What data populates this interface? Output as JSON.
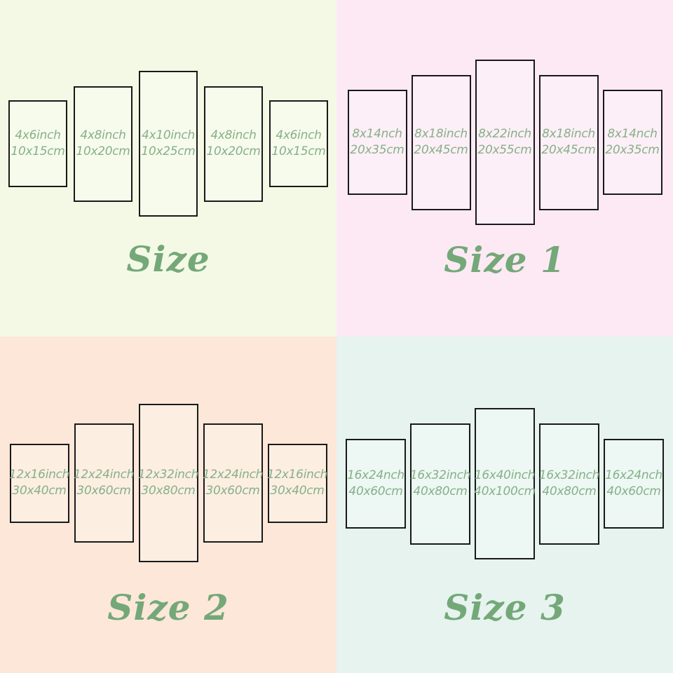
{
  "page": {
    "title": "5-piece canvas size chart"
  },
  "colors": {
    "panel_border": "#191919",
    "panel_text_green": "#86b089",
    "label_green": "#74a878"
  },
  "quadrants": [
    {
      "label": "Size",
      "bg": "#f4f9e5",
      "panel_fill": "#f7fbec",
      "panels": [
        {
          "inches": "4x6inch",
          "cm": "10x15cm"
        },
        {
          "inches": "4x8inch",
          "cm": "10x20cm"
        },
        {
          "inches": "4x10inch",
          "cm": "10x25cm"
        },
        {
          "inches": "4x8inch",
          "cm": "10x20cm"
        },
        {
          "inches": "4x6inch",
          "cm": "10x15cm"
        }
      ]
    },
    {
      "label": "Size 1",
      "bg": "#fce9f4",
      "panel_fill": "#fdeff7",
      "panels": [
        {
          "inches": "8x14nch",
          "cm": "20x35cm"
        },
        {
          "inches": "8x18inch",
          "cm": "20x45cm"
        },
        {
          "inches": "8x22inch",
          "cm": "20x55cm"
        },
        {
          "inches": "8x18inch",
          "cm": "20x45cm"
        },
        {
          "inches": "8x14nch",
          "cm": "20x35cm"
        }
      ]
    },
    {
      "label": "Size 2",
      "bg": "#fde7d9",
      "panel_fill": "#fdeee2",
      "panels": [
        {
          "inches": "12x16inch",
          "cm": "30x40cm"
        },
        {
          "inches": "12x24inch",
          "cm": "30x60cm"
        },
        {
          "inches": "12x32inch",
          "cm": "30x80cm"
        },
        {
          "inches": "12x24inch",
          "cm": "30x60cm"
        },
        {
          "inches": "12x16inch",
          "cm": "30x40cm"
        }
      ]
    },
    {
      "label": "Size 3",
      "bg": "#e6f3ef",
      "panel_fill": "#edf7f3",
      "panels": [
        {
          "inches": "16x24nch",
          "cm": "40x60cm"
        },
        {
          "inches": "16x32inch",
          "cm": "40x80cm"
        },
        {
          "inches": "16x40inch",
          "cm": "40x100cm"
        },
        {
          "inches": "16x32inch",
          "cm": "40x80cm"
        },
        {
          "inches": "16x24nch",
          "cm": "40x60cm"
        }
      ]
    }
  ]
}
